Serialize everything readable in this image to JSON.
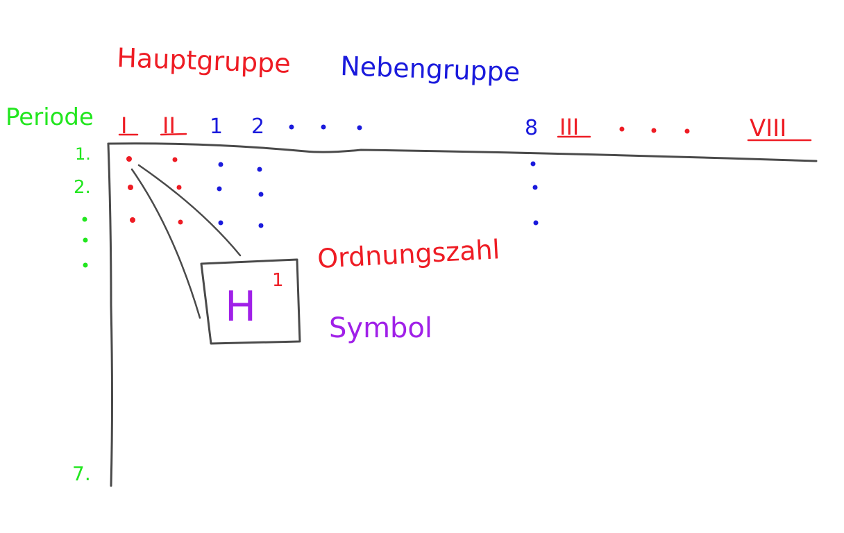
{
  "colors": {
    "main_group": "#ee1c24",
    "sub_group": "#1a1adc",
    "period": "#22e61f",
    "symbol": "#a020e8",
    "lines": "#4a4a4a",
    "background": "#ffffff"
  },
  "headers": {
    "main_group": "Hauptgruppe",
    "sub_group": "Nebengruppe",
    "period": "Periode"
  },
  "columns": {
    "main_I": "I",
    "main_II": "II",
    "sub_1": "1",
    "sub_2": "2",
    "sub_8": "8",
    "main_III": "III",
    "main_VIII": "VIII"
  },
  "rows": {
    "period_1": "1.",
    "period_2": "2.",
    "period_7": "7."
  },
  "element_box": {
    "symbol": "H",
    "atomic_number": "1"
  },
  "labels": {
    "atomic_number": "Ordnungszahl",
    "symbol": "Symbol"
  }
}
